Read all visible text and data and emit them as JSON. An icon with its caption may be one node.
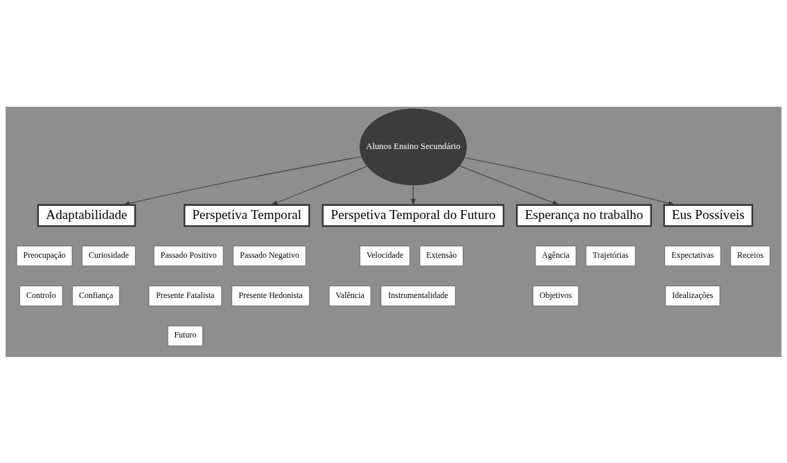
{
  "diagram": {
    "nodes": [
      {
        "text": [
          "Alunos Ensino Secundário"
        ]
      },
      {
        "text": [
          "Adaptabilidade"
        ]
      },
      {
        "text": [
          "Preocupação"
        ]
      },
      {
        "text": [
          "Curiosidade"
        ]
      },
      {
        "text": [
          "Controlo"
        ]
      },
      {
        "text": [
          "Confiança"
        ]
      },
      {
        "text": [
          "Perspetiva Temporal"
        ]
      },
      {
        "text": [
          "Passado Positivo"
        ]
      },
      {
        "text": [
          "Passado Negativo"
        ]
      },
      {
        "text": [
          "Presente Fatalista"
        ]
      },
      {
        "text": [
          "Presente Hedonista"
        ]
      },
      {
        "text": [
          "Futuro"
        ]
      },
      {
        "text": [
          "Perspetiva Temporal do Futuro"
        ]
      },
      {
        "text": [
          "Velocidade"
        ]
      },
      {
        "text": [
          "Extensão"
        ]
      },
      {
        "text": [
          "Valência"
        ]
      },
      {
        "text": [
          "Instrumentalidade"
        ]
      },
      {
        "text": [
          "Esperança no trabalho"
        ]
      },
      {
        "text": [
          "Agência"
        ]
      },
      {
        "text": [
          "Trajetórias"
        ]
      },
      {
        "text": [
          "Objetivos"
        ]
      },
      {
        "text": [
          "Eus Possíveis"
        ]
      },
      {
        "text": [
          "Expectativas"
        ]
      },
      {
        "text": [
          "Receios"
        ]
      },
      {
        "text": [
          "Idealizações"
        ]
      }
    ],
    "edges": [
      {
        "from": 0,
        "to": 1,
        "arrow": "to"
      },
      {
        "from": 0,
        "to": 6,
        "arrow": "to"
      },
      {
        "from": 0,
        "to": 12,
        "arrow": "to"
      },
      {
        "from": 0,
        "to": 17,
        "arrow": "to"
      },
      {
        "from": 0,
        "to": 21,
        "arrow": "to"
      }
    ]
  }
}
